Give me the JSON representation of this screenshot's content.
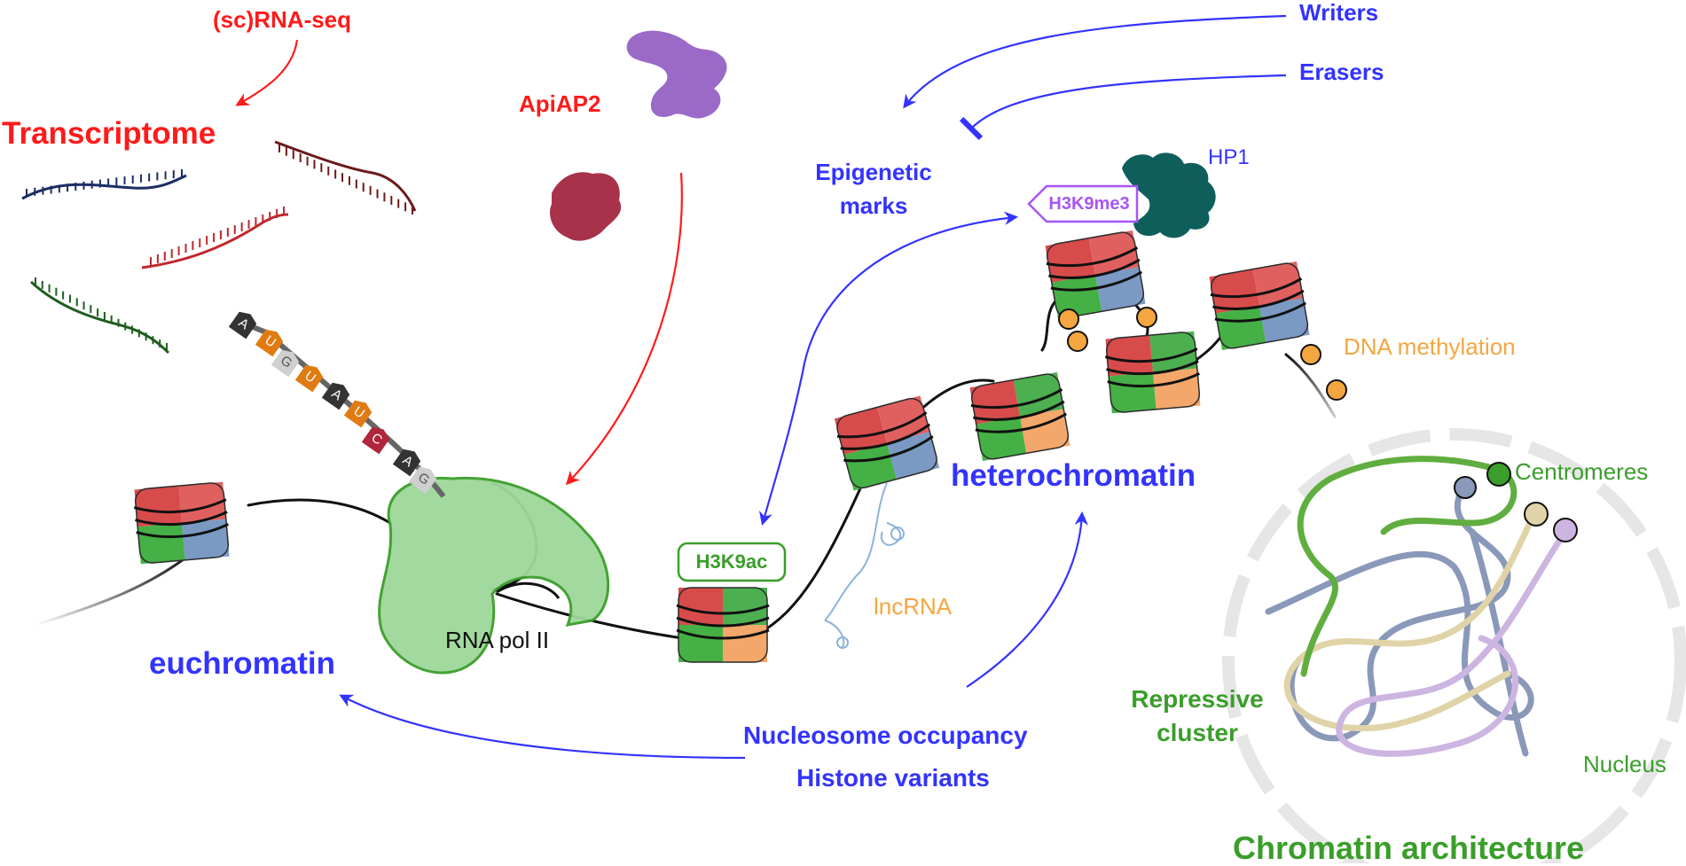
{
  "labels": {
    "sc_rna_seq": "(sc)RNA-seq",
    "transcriptome": "Transcriptome",
    "apiap2": "ApiAP2",
    "writers": "Writers",
    "erasers": "Erasers",
    "epigenetic_marks_1": "Epigenetic",
    "epigenetic_marks_2": "marks",
    "hp1": "HP1",
    "h3k9me3": "H3K9me3",
    "h3k9ac": "H3K9ac",
    "dna_methylation": "DNA methylation",
    "heterochromatin": "heterochromatin",
    "centromeres": "Centromeres",
    "lncrna": "lncRNA",
    "rna_pol_ii": "RNA pol II",
    "euchromatin": "euchromatin",
    "nucleosome_occupancy": "Nucleosome occupancy",
    "histone_variants": "Histone variants",
    "repressive_cluster_1": "Repressive",
    "repressive_cluster_2": "cluster",
    "nucleus": "Nucleus",
    "chromatin_architecture": "Chromatin architecture"
  },
  "rna_bases": [
    "A",
    "U",
    "G",
    "U",
    "A",
    "U",
    "C",
    "A",
    "G"
  ],
  "colors": {
    "red": "#ff1a1a",
    "blue": "#3333ff",
    "green": "#3a9e2a",
    "orange": "#f4a640",
    "purple": "#a855f7",
    "hp1": "#0e5f5c",
    "apiap2_purple": "#9b6ac7",
    "apiap2_red": "#a8324a",
    "pol_ii": "#9ed89a"
  }
}
